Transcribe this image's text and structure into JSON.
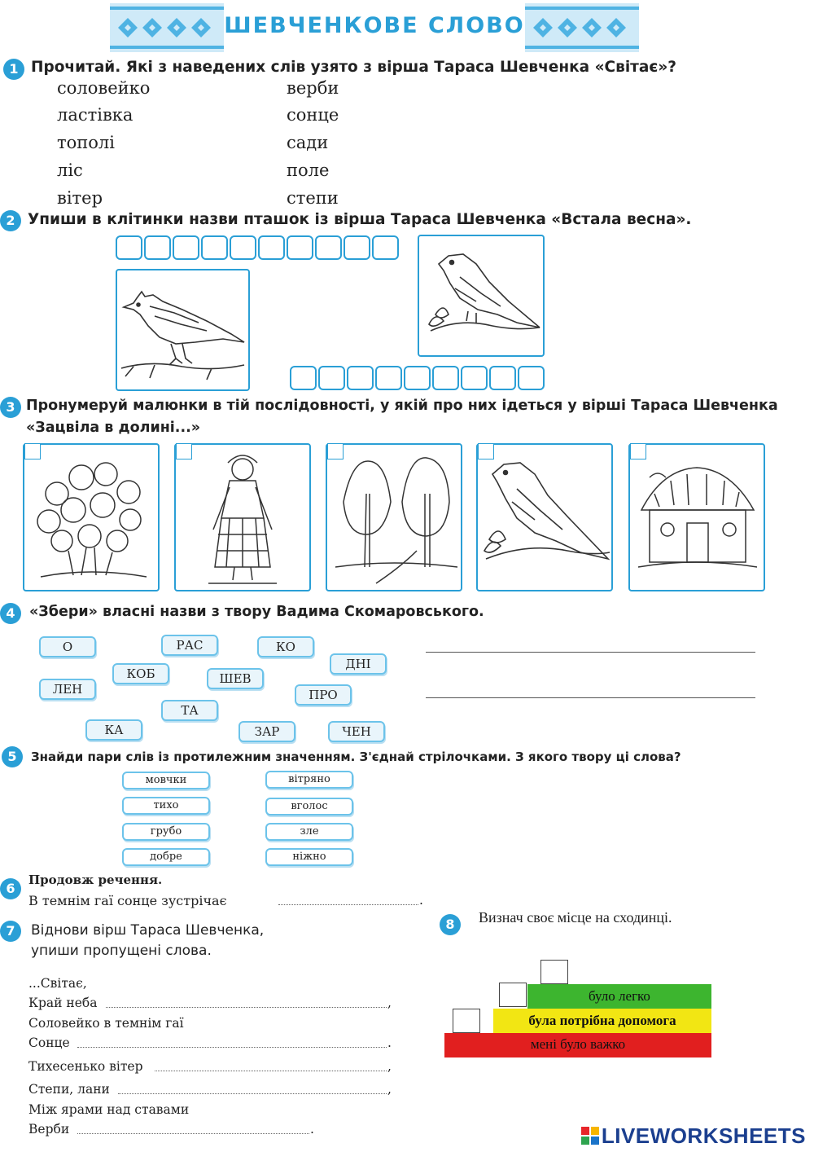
{
  "header": {
    "title": "ШЕВЧЕНКОВЕ СЛОВО"
  },
  "task1": {
    "num": "1",
    "text": "Прочитай. Які з наведених слів узято з вірша Тараса Шевченка «Світає»?",
    "col1": [
      "соловейко",
      "ластівка",
      "тополі",
      "ліс",
      "вітер"
    ],
    "col2": [
      "верби",
      "сонце",
      "сади",
      "поле",
      "степи"
    ]
  },
  "task2": {
    "num": "2",
    "text": "Упиши в клітинки назви пташок із вірша Тараса Шевченка «Встала весна».",
    "row1_cells": 10,
    "row2_cells": 9
  },
  "task3": {
    "num": "3",
    "text_line1": "Пронумеруй малюнки в тій послідовності, у якій про них ідеться у вірші Тараса Шевченка",
    "text_line2": "«Зацвіла в долині...»",
    "pictures": [
      "viburnum-bush-picture",
      "girl-in-costume-picture",
      "birch-trees-picture",
      "nightingale-picture",
      "village-house-picture"
    ]
  },
  "task4": {
    "num": "4",
    "text": "«Збери» власні назви з твору Вадима Скомаровського.",
    "syllables": [
      "О",
      "РАС",
      "КО",
      "ДНІ",
      "КОБ",
      "ШЕВ",
      "ЛЕН",
      "ПРО",
      "ТА",
      "КА",
      "ЗАР",
      "ЧЕН"
    ]
  },
  "task5": {
    "num": "5",
    "text": "Знайди пари слів із протилежним значенням. З'єднай стрілочками. З якого твору ці слова?",
    "left": [
      "мовчки",
      "тихо",
      "грубо",
      "добре"
    ],
    "right": [
      "вітряно",
      "вголос",
      "зле",
      "ніжно"
    ]
  },
  "task6": {
    "num": "6",
    "text": "Продовж речення.",
    "sentence": "В темнім гаї сонце зустрічає",
    "end": "."
  },
  "task7": {
    "num": "7",
    "text_line1": "Віднови вірш Тараса Шевченка,",
    "text_line2": "упиши пропущені слова.",
    "lines": [
      "...Світає,",
      "Край неба",
      "Соловейко в темнім гаї",
      "Сонце",
      "Тихесенько вітер",
      "Степи, лани",
      "Між ярами над ставами",
      "Верби"
    ],
    "ends": [
      ",",
      ".",
      ",",
      ",",
      "."
    ]
  },
  "task8": {
    "num": "8",
    "text": "Визнач своє місце на сходинці.",
    "steps": [
      "було легко",
      "була потрібна допомога",
      "мені було важко"
    ],
    "colors": {
      "green": "#3db52f",
      "yellow": "#f2e613",
      "red": "#e11f1f"
    }
  },
  "footer": {
    "logo_text": "LIVEWORKSHEETS"
  },
  "colors": {
    "accent": "#2a9fd6"
  }
}
